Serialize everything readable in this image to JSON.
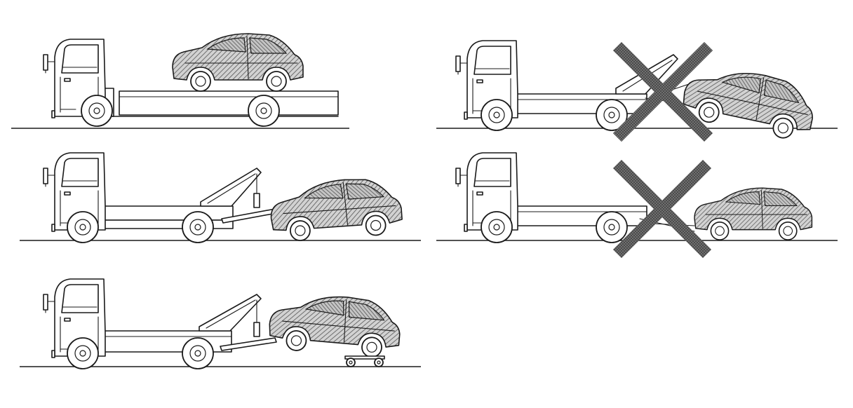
{
  "figure": {
    "panels": [
      {
        "id": "flatbed",
        "method": "flatbed-carrier",
        "status": "allowed"
      },
      {
        "id": "wheel-lift-front",
        "method": "wheel-lift-front-wheels-raised",
        "status": "allowed"
      },
      {
        "id": "wheel-lift-dollies",
        "method": "wheel-lift-with-towing-dollies",
        "status": "allowed"
      },
      {
        "id": "sling-tow",
        "method": "sling-type-tow",
        "status": "prohibited"
      },
      {
        "id": "all-wheels-on-ground",
        "method": "towing-all-wheels-on-ground",
        "status": "prohibited"
      }
    ],
    "colors": {
      "line": "#1a1a1a",
      "hatch": "#8a8a8a",
      "forbidden_mark": "#6e6e6e",
      "background": "#ffffff"
    },
    "icons": [
      "tow-truck-icon",
      "car-icon",
      "forbidden-x-icon",
      "dolly-icon"
    ]
  }
}
